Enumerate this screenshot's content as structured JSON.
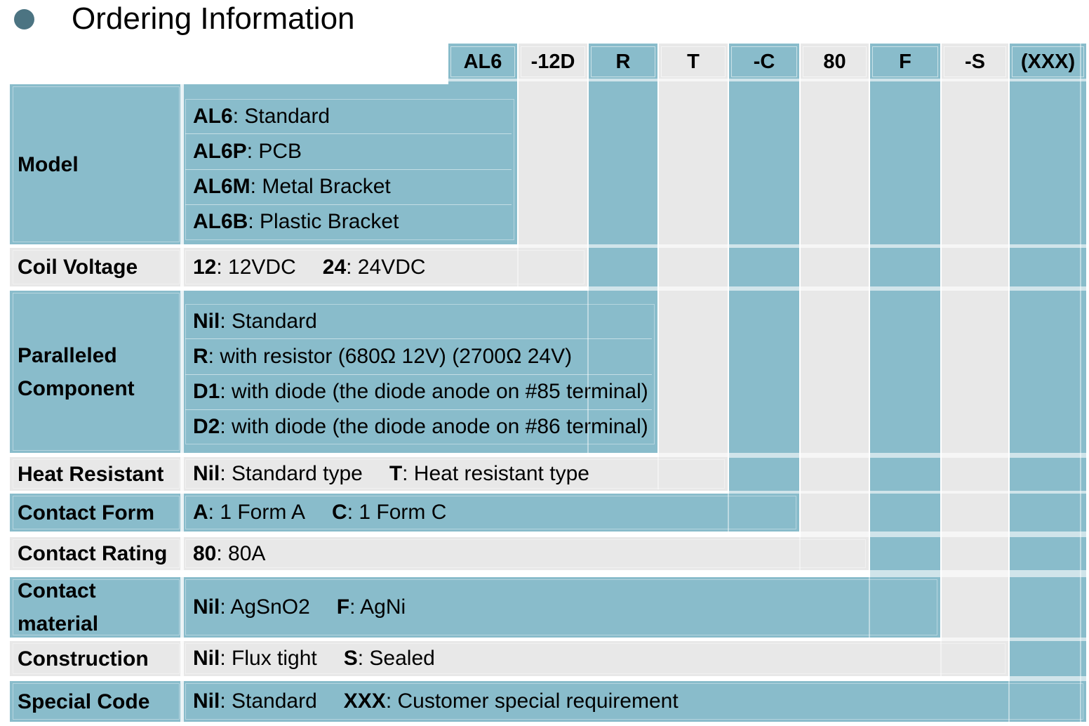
{
  "title": "Ordering Information",
  "colors": {
    "column_teal": "#89BCCB",
    "column_gray": "#E8E8E8",
    "bullet_teal": "#4C7482",
    "text": "#000000"
  },
  "header": {
    "codes": [
      "AL6",
      "-12D",
      "R",
      "T",
      "-C",
      "80",
      "F",
      "-S",
      "(XXX)"
    ]
  },
  "rows": [
    {
      "label": "Model",
      "entries": [
        {
          "code": "AL6",
          "desc": ": Standard"
        },
        {
          "code": "AL6P",
          "desc": ": PCB"
        },
        {
          "code": "AL6M",
          "desc": ": Metal Bracket"
        },
        {
          "code": "AL6B",
          "desc": ": Plastic Bracket"
        }
      ]
    },
    {
      "label": "Coil Voltage",
      "entries": [
        {
          "code": "12",
          "desc": ": 12VDC"
        },
        {
          "code": "24",
          "desc": ": 24VDC"
        }
      ]
    },
    {
      "label": "Paralleled Component",
      "entries": [
        {
          "code": "Nil",
          "desc": ": Standard"
        },
        {
          "code": "R",
          "desc": ": with resistor (680Ω 12V) (2700Ω 24V)"
        },
        {
          "code": "D1",
          "desc": ": with diode (the diode anode on #85 terminal)"
        },
        {
          "code": "D2",
          "desc": ": with diode (the diode anode on #86 terminal)"
        }
      ]
    },
    {
      "label": "Heat Resistant",
      "entries": [
        {
          "code": "Nil",
          "desc": ": Standard type"
        },
        {
          "code": "T",
          "desc": ": Heat resistant type"
        }
      ]
    },
    {
      "label": "Contact Form",
      "entries": [
        {
          "code": "A",
          "desc": ": 1 Form A"
        },
        {
          "code": "C",
          "desc": ": 1 Form C"
        }
      ]
    },
    {
      "label": "Contact Rating",
      "entries": [
        {
          "code": "80",
          "desc": ": 80A"
        }
      ]
    },
    {
      "label": "Contact material",
      "entries": [
        {
          "code": "Nil",
          "desc": ": AgSnO2"
        },
        {
          "code": "F",
          "desc": ": AgNi"
        }
      ]
    },
    {
      "label": "Construction",
      "entries": [
        {
          "code": "Nil",
          "desc": ": Flux tight"
        },
        {
          "code": "S",
          "desc": ": Sealed"
        }
      ]
    },
    {
      "label": "Special Code",
      "entries": [
        {
          "code": "Nil",
          "desc": ": Standard"
        },
        {
          "code": "XXX",
          "desc": ": Customer special requirement"
        }
      ]
    }
  ]
}
